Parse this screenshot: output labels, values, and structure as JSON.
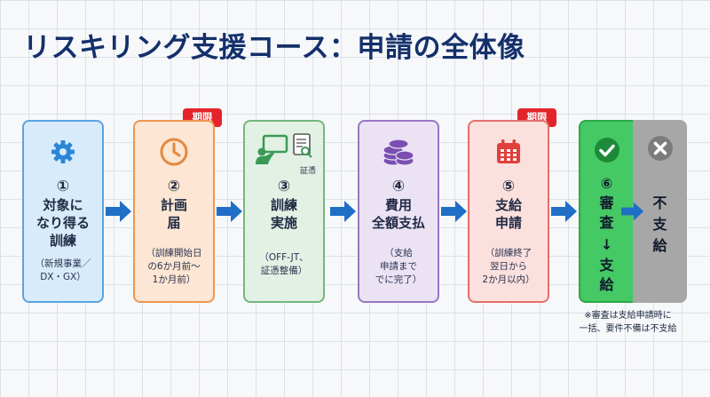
{
  "title": "リスキリング支援コース：申請の全体像",
  "deadline_badge": "期限",
  "steps": [
    {
      "num": "①",
      "label_lines": [
        "対象に",
        "なり得る",
        "訓練"
      ],
      "note_lines": [
        "（新規事業／",
        "DX・GX）"
      ],
      "icon": "gear-icon"
    },
    {
      "num": "②",
      "label_lines": [
        "計画",
        "届"
      ],
      "note_lines": [
        "（訓練開始日",
        "の6か月前〜",
        "1か月前）"
      ],
      "icon": "clock-icon"
    },
    {
      "num": "③",
      "label_lines": [
        "訓練",
        "実施"
      ],
      "note_lines": [
        "（OFF-JT、",
        "証憑整備）"
      ],
      "icon": "training-icon",
      "icon_caption": "証憑"
    },
    {
      "num": "④",
      "label_lines": [
        "費用",
        "全額支払"
      ],
      "note_lines": [
        "（支給",
        "申請まで",
        "でに完了）"
      ],
      "icon": "coins-icon"
    },
    {
      "num": "⑤",
      "label_lines": [
        "支給",
        "申請"
      ],
      "note_lines": [
        "（訓練終了",
        "翌日から",
        "2か月以内）"
      ],
      "icon": "calendar-icon"
    }
  ],
  "final": {
    "approve_num": "⑥",
    "approve_lines": [
      "審",
      "査",
      "→",
      "支",
      "給"
    ],
    "reject_lines": [
      "不",
      "支",
      "給"
    ]
  },
  "footnote_lines": [
    "※審査は支給申請時に",
    "一括、要件不備は不支給"
  ],
  "colors": {
    "title": "#14306b",
    "arrow": "#1f6fc6",
    "badge": "#e4242b",
    "approve": "#44c964",
    "reject": "#a7a7a7"
  }
}
